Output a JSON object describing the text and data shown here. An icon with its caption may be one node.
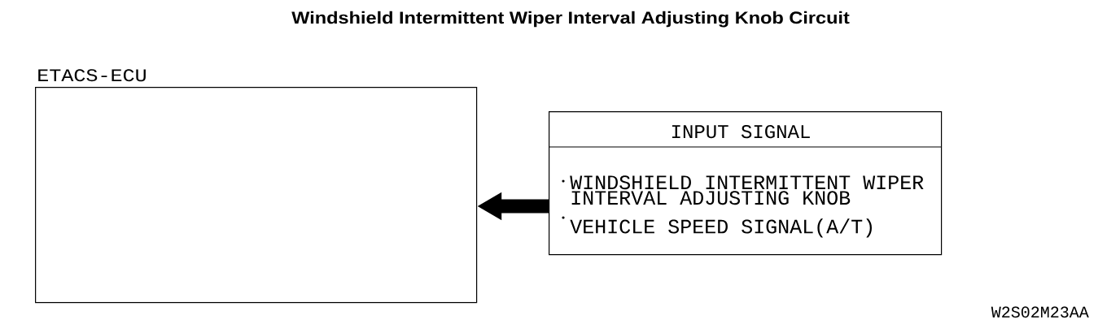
{
  "diagram": {
    "title": "Windshield Intermittent Wiper Interval Adjusting Knob Circuit",
    "nodes": [
      {
        "text": [
          "ETACS-ECU"
        ]
      },
      {
        "text": [
          "INPUT SIGNAL",
          "WINDSHIELD INTERMITTENT WIPER INTERVAL ADJUSTING KNOB",
          "VEHICLE SPEED SIGNAL(A/T)"
        ]
      }
    ],
    "edges": [
      {
        "from": 1,
        "to": 0,
        "arrow": "to"
      }
    ],
    "labels": [
      "W2S02M23AA"
    ]
  }
}
